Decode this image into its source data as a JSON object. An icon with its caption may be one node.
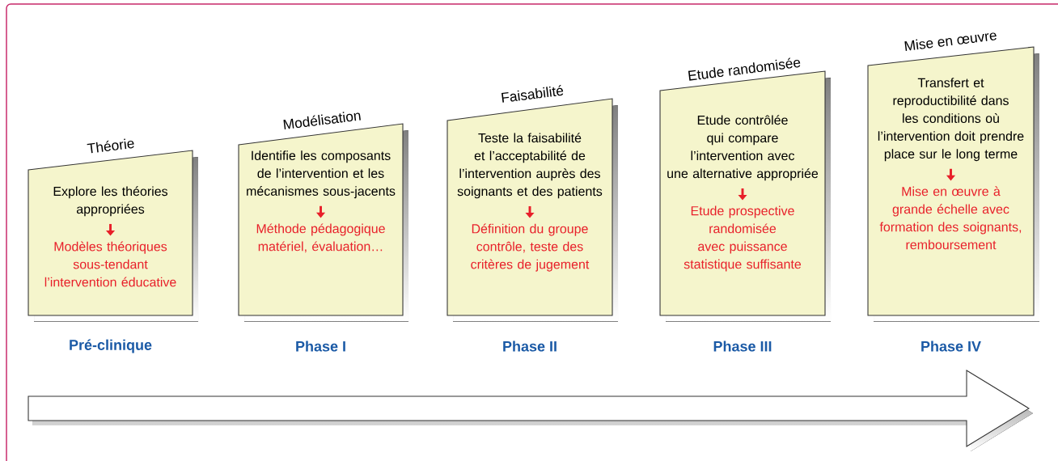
{
  "diagram": {
    "nodes": [
      {
        "text": [
          "Théorie",
          "Explore les théories appropriées",
          "Modèles théoriques sous-tendant l’intervention éducative"
        ],
        "beside": [
          "Pré-clinique"
        ]
      },
      {
        "text": [
          "Modélisation",
          "Identifie les composants de l’intervention et les mécanismes sous-jacents",
          "Méthode pédagogique matériel, évaluation…"
        ],
        "beside": [
          "Phase I"
        ]
      },
      {
        "text": [
          "Faisabilité",
          "Teste la faisabilité et l’acceptabilité de l’intervention auprès des soignants et des patients",
          "Définition du groupe contrôle, teste des critères de jugement"
        ],
        "beside": [
          "Phase II"
        ]
      },
      {
        "text": [
          "Etude randomisée",
          "Etude contrôlée qui compare l’intervention avec une alternative appropriée",
          "Etude prospective randomisée avec puissance statistique suffisante"
        ],
        "beside": [
          "Phase III"
        ]
      },
      {
        "text": [
          "Mise en œuvre",
          "Transfert et reproductibilité dans les conditions où l’intervention doit prendre place sur le long terme",
          "Mise en œuvre à grande échelle avec formation des soignants, remboursement"
        ],
        "beside": [
          "Phase IV"
        ]
      }
    ]
  }
}
